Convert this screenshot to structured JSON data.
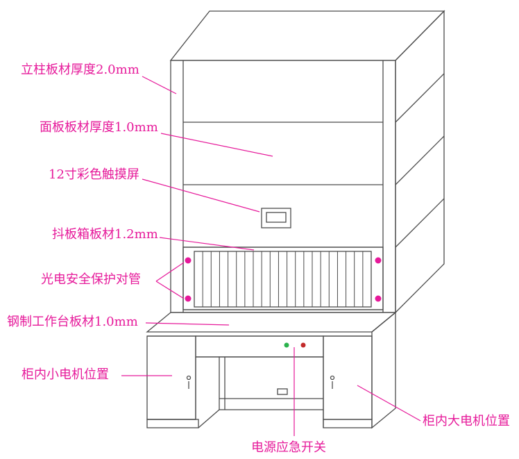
{
  "colors": {
    "label": "#e6199a",
    "outline": "#4a4a4a",
    "sensor_dot": "#e6199a",
    "button_green": "#2bb24c",
    "button_red": "#c22b2b"
  },
  "labels": {
    "column_thickness": "立柱板材厚度2.0mm",
    "panel_thickness": "面板板材厚度1.0mm",
    "touch_screen": "12寸彩色触摸屏",
    "shaker_box": "抖板箱板材1.2mm",
    "photoelectric": "光电安全保护对管",
    "workbench": "钢制工作台板材1.0mm",
    "small_motor": "柜内小电机位置",
    "large_motor": "柜内大电机位置",
    "emergency_switch": "电源应急开关"
  },
  "icons": {
    "cabinet": "storage-cabinet-drawing",
    "screen": "touch-screen-icon",
    "sensor": "sensor-dot-icon",
    "buttons": "power-button-icon",
    "handle": "door-handle-icon"
  }
}
